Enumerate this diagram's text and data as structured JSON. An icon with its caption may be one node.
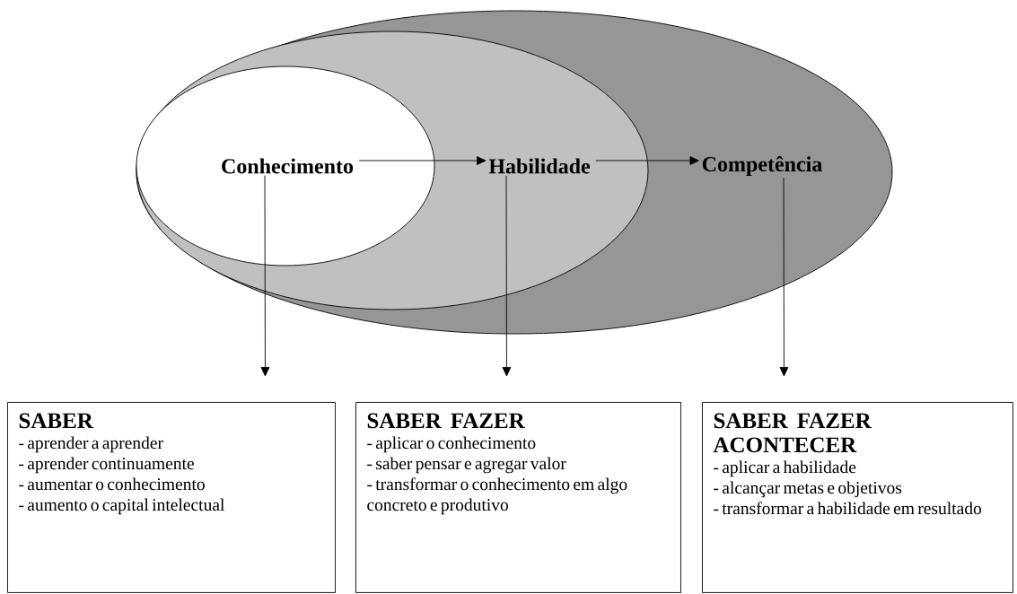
{
  "diagram": {
    "nodes": [
      {
        "text": [
          "Competência"
        ]
      },
      {
        "text": [
          "Habilidade"
        ]
      },
      {
        "text": [
          "Conhecimento"
        ]
      },
      {
        "text": [
          "SABER",
          "- aprender a aprender",
          "- aprender continuamente",
          "- aumentar o conhecimento",
          "- aumento o capital intelectual"
        ]
      },
      {
        "text": [
          "SABER FAZER",
          "- aplicar o conhecimento",
          "- saber pensar e agregar valor",
          "- transformar o conhecimento em algo concreto e produtivo"
        ]
      },
      {
        "text": [
          "SABER FAZER ACONTECER",
          "- aplicar a habilidade",
          "- alcançar metas e objetivos",
          "- transformar a habilidade em resultado"
        ]
      }
    ],
    "edges": [
      {
        "from": 2,
        "to": 1,
        "arrow": "to"
      },
      {
        "from": 1,
        "to": 0,
        "arrow": "to"
      },
      {
        "from": 2,
        "to": 3,
        "arrow": "to"
      },
      {
        "from": 1,
        "to": 4,
        "arrow": "to"
      },
      {
        "from": 0,
        "to": 5,
        "arrow": "to"
      }
    ]
  }
}
